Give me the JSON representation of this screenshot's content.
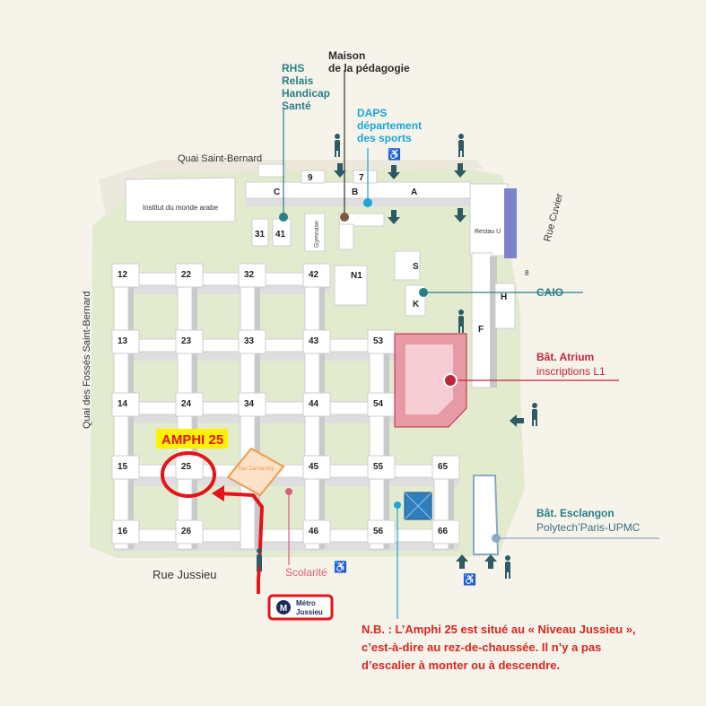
{
  "streets": {
    "north": "Quai Saint-Bernard",
    "west": "Quai des Fossés Saint-Bernard",
    "south": "Rue Jussieu",
    "east": "Rue Cuvier"
  },
  "landmarks": {
    "institut": "Institut du monde arabe",
    "gymnase": "Gymnase",
    "restau": "Restau U",
    "tour": "Tour Zamansky"
  },
  "callouts": {
    "rhs": [
      "RHS",
      "Relais",
      "Handicap",
      "Santé"
    ],
    "maison": [
      "Maison",
      "de la pédagogie"
    ],
    "daps": [
      "DAPS",
      "département",
      "des sports"
    ],
    "caio": "CAIO",
    "atrium_title": "Bât. Atrium",
    "atrium_sub": "inscriptions L1",
    "esclangon_title": "Bât. Esclangon",
    "esclangon_sub": "Polytech’Paris-UPMC",
    "scolarite": "Scolarité"
  },
  "highlight": {
    "amphi": "AMPHI 25",
    "metro_line1": "Métro",
    "metro_line2": "Jussieu",
    "metro_symbol": "M"
  },
  "note": [
    "N.B. : L’Amphi 25 est situé au « Niveau Jussieu »,",
    "c’est-à-dire au rez-de-chaussée. Il n’y a pas",
    "d’escalier à monter ou à descendre."
  ],
  "buildings": {
    "b12": "12",
    "b22": "22",
    "b32": "32",
    "b42": "42",
    "n1": "N1",
    "b13": "13",
    "b23": "23",
    "b33": "33",
    "b43": "43",
    "b53": "53",
    "b14": "14",
    "b24": "24",
    "b34": "34",
    "b44": "44",
    "b54": "54",
    "b15": "15",
    "b25": "25",
    "b45": "45",
    "b55": "55",
    "b65": "65",
    "b16": "16",
    "b26": "26",
    "b46": "46",
    "b56": "56",
    "b66": "66",
    "c": "C",
    "b": "B",
    "a": "A",
    "b9": "9",
    "b7": "7",
    "b31": "31",
    "b41": "41",
    "s": "S",
    "k": "K",
    "f": "F",
    "h": "H",
    "b8": "8"
  },
  "colors": {
    "park": "#e3ebcf",
    "ground": "#f6f3ea",
    "teal": "#2a7f86",
    "blue": "#1aa6d9",
    "atrium": "#c0263f",
    "highlight_red": "#e5141a",
    "highlight_yellow": "#fff200",
    "tour": "#f39a4a",
    "esclangon": "#8aa8c8"
  }
}
